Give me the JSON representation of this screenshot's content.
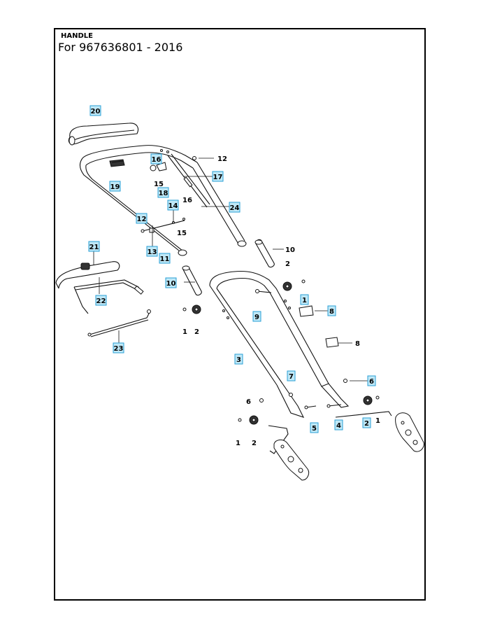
{
  "header": {
    "title": "HANDLE",
    "subtitle": "For 967636801 - 2016"
  },
  "callouts": [
    {
      "id": "c20",
      "label": "20",
      "boxed": true
    },
    {
      "id": "c12a",
      "label": "12",
      "boxed": false
    },
    {
      "id": "c16a",
      "label": "16",
      "boxed": true
    },
    {
      "id": "c17",
      "label": "17",
      "boxed": true
    },
    {
      "id": "c19",
      "label": "19",
      "boxed": true
    },
    {
      "id": "c15a",
      "label": "15",
      "boxed": false
    },
    {
      "id": "c18",
      "label": "18",
      "boxed": true
    },
    {
      "id": "c16b",
      "label": "16",
      "boxed": false
    },
    {
      "id": "c14",
      "label": "14",
      "boxed": true
    },
    {
      "id": "c24",
      "label": "24",
      "boxed": true
    },
    {
      "id": "c12b",
      "label": "12",
      "boxed": true
    },
    {
      "id": "c15b",
      "label": "15",
      "boxed": false
    },
    {
      "id": "c13",
      "label": "13",
      "boxed": true
    },
    {
      "id": "c11",
      "label": "11",
      "boxed": true
    },
    {
      "id": "c10a",
      "label": "10",
      "boxed": false
    },
    {
      "id": "c21",
      "label": "21",
      "boxed": true
    },
    {
      "id": "c10b",
      "label": "10",
      "boxed": true
    },
    {
      "id": "c2a",
      "label": "2",
      "boxed": false
    },
    {
      "id": "c1a",
      "label": "1",
      "boxed": true
    },
    {
      "id": "c8a",
      "label": "8",
      "boxed": true
    },
    {
      "id": "c9",
      "label": "9",
      "boxed": true
    },
    {
      "id": "c22",
      "label": "22",
      "boxed": true
    },
    {
      "id": "c1b",
      "label": "1",
      "boxed": false
    },
    {
      "id": "c2b",
      "label": "2",
      "boxed": false
    },
    {
      "id": "c8b",
      "label": "8",
      "boxed": false
    },
    {
      "id": "c23",
      "label": "23",
      "boxed": true
    },
    {
      "id": "c3",
      "label": "3",
      "boxed": true
    },
    {
      "id": "c7",
      "label": "7",
      "boxed": true
    },
    {
      "id": "c6a",
      "label": "6",
      "boxed": true
    },
    {
      "id": "c6b",
      "label": "6",
      "boxed": false
    },
    {
      "id": "c5",
      "label": "5",
      "boxed": true
    },
    {
      "id": "c4",
      "label": "4",
      "boxed": true
    },
    {
      "id": "c2c",
      "label": "2",
      "boxed": true
    },
    {
      "id": "c1c",
      "label": "1",
      "boxed": false
    },
    {
      "id": "c1d",
      "label": "1",
      "boxed": false
    },
    {
      "id": "c2d",
      "label": "2",
      "boxed": false
    }
  ]
}
